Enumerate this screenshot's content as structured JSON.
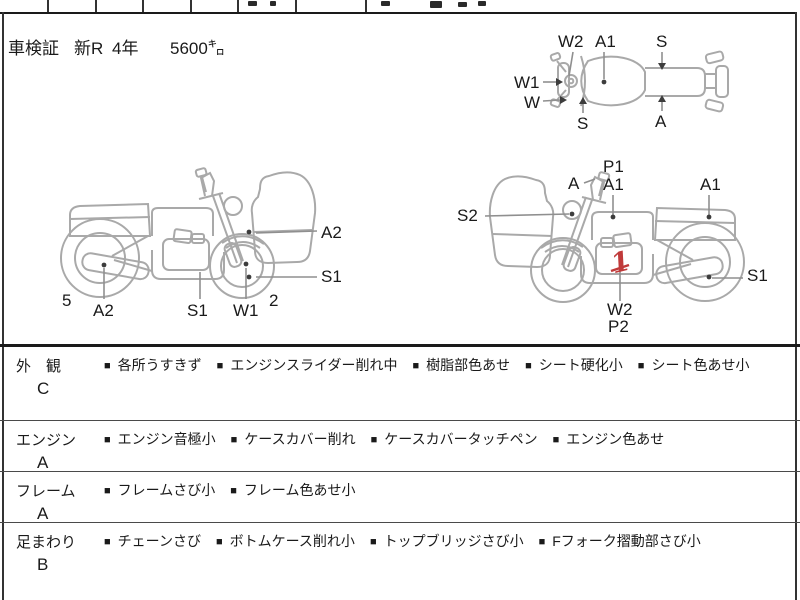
{
  "certificate": {
    "title": "車検証",
    "registration": "新R",
    "years": "4年",
    "mileage": "5600㌔"
  },
  "diagrams": {
    "top_view": {
      "labels": {
        "w2": "W2",
        "a1": "A1",
        "s_top": "S",
        "w1": "W1",
        "w": "W",
        "s_bottom": "S",
        "a_bottom": "A"
      }
    },
    "side_left": {
      "labels": {
        "a2_fender": "A2",
        "s1_wheel": "S1",
        "num5": "5",
        "a2_muffler": "A2",
        "s1_frame": "S1",
        "w1_fork": "W1",
        "num2": "2"
      }
    },
    "side_right": {
      "labels": {
        "p1": "P1",
        "a1_tank": "A1",
        "a_mirror": "A",
        "a1_tail": "A1",
        "s2": "S2",
        "s1_wheel": "S1",
        "w2": "W2",
        "p2": "P2"
      },
      "red_mark": "1"
    }
  },
  "inspection_table": {
    "bullet": "■",
    "rows": [
      {
        "category": "外　観",
        "grade": "C",
        "items": [
          "各所うすきず",
          "エンジンスライダー削れ中",
          "樹脂部色あせ",
          "シート硬化小",
          "シート色あせ小"
        ]
      },
      {
        "category": "エンジン",
        "grade": "A",
        "items": [
          "エンジン音極小",
          "ケースカバー削れ",
          "ケースカバータッチペン",
          "エンジン色あせ"
        ]
      },
      {
        "category": "フレーム",
        "grade": "A",
        "items": [
          "フレームさび小",
          "フレーム色あせ小"
        ]
      },
      {
        "category": "足まわり",
        "grade": "B",
        "items": [
          "チェーンさび",
          "ボトムケース削れ小",
          "トップブリッジさび小",
          "Fフォーク摺動部さび小"
        ]
      }
    ]
  },
  "colors": {
    "background": "#ffffff",
    "border": "#1a1a1a",
    "diagram_line": "#a9a9a9",
    "red_mark": "#c03a3a"
  }
}
